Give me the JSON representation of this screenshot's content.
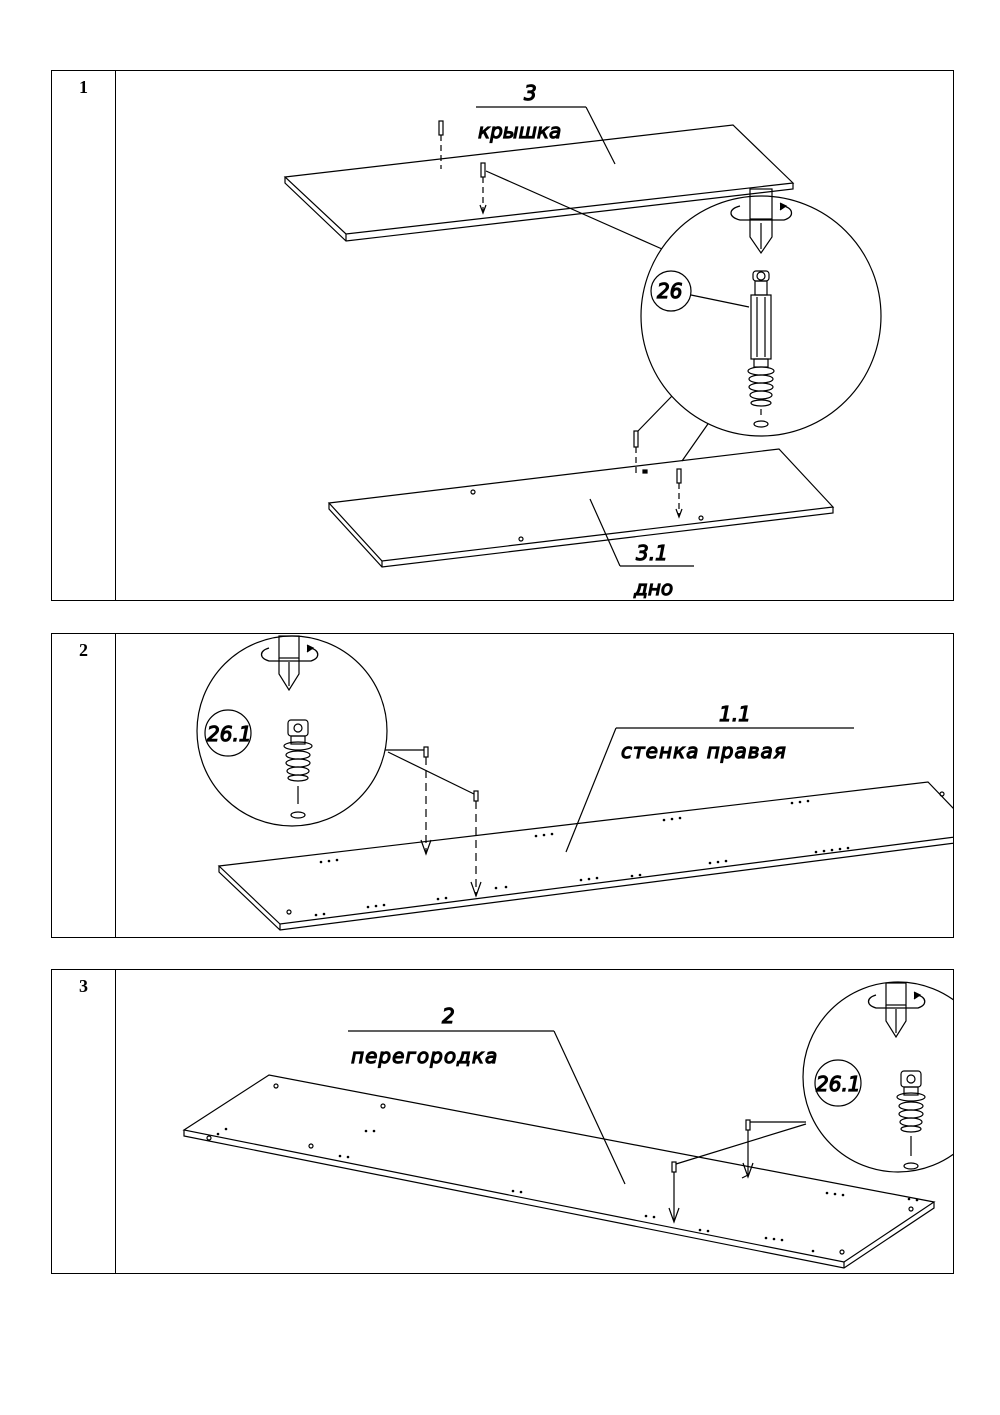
{
  "steps": [
    {
      "number": "1",
      "labels": {
        "top_panel_num": "3",
        "top_panel_name": "крышка",
        "bottom_panel_num": "3.1",
        "bottom_panel_name": "дно",
        "fastener": "26"
      }
    },
    {
      "number": "2",
      "labels": {
        "panel_num": "1.1",
        "panel_name": "стенка правая",
        "fastener": "26.1"
      }
    },
    {
      "number": "3",
      "labels": {
        "panel_num": "2",
        "panel_name": "перегородка",
        "fastener": "26.1"
      }
    }
  ]
}
